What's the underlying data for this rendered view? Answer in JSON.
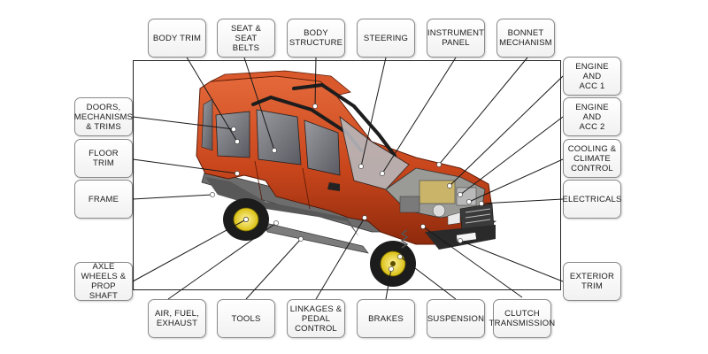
{
  "labels": {
    "body_trim": "BODY TRIM",
    "seat_belts": "SEAT & SEAT\nBELTS",
    "body_structure": "BODY\nSTRUCTURE",
    "steering": "STEERING",
    "instrument_panel": "INSTRUMENT\nPANEL",
    "bonnet_mechanism": "BONNET\nMECHANISM",
    "engine_acc1": "ENGINE AND\nACC 1",
    "engine_acc2": "ENGINE AND\nACC 2",
    "cooling_climate": "COOLING &\nCLIMATE\nCONTROL",
    "electricals": "ELECTRICALS",
    "exterior_trim": "EXTERIOR\nTRIM",
    "clutch_transmission": "CLUTCH\nTRANSMISSION",
    "suspension": "SUSPENSION",
    "brakes": "BRAKES",
    "linkages_pedal": "LINKAGES &\nPEDAL\nCONTROL",
    "tools": "TOOLS",
    "air_fuel_exhaust": "AIR, FUEL,\nEXHAUST",
    "axle_wheels": "AXLE\nWHEELS &\nPROP SHAFT",
    "frame": "FRAME",
    "floor_trim": "FLOOR TRIM",
    "doors_mechanisms": "DOORS,\nMECHANISMS\n& TRIMS"
  },
  "colors": {
    "body_paint": "#c9461c",
    "body_paint_dark": "#8e2a0c",
    "chassis": "#6d6d6d",
    "wheel_hub": "#e8d21a",
    "leader_line": "#1a1a1a"
  }
}
